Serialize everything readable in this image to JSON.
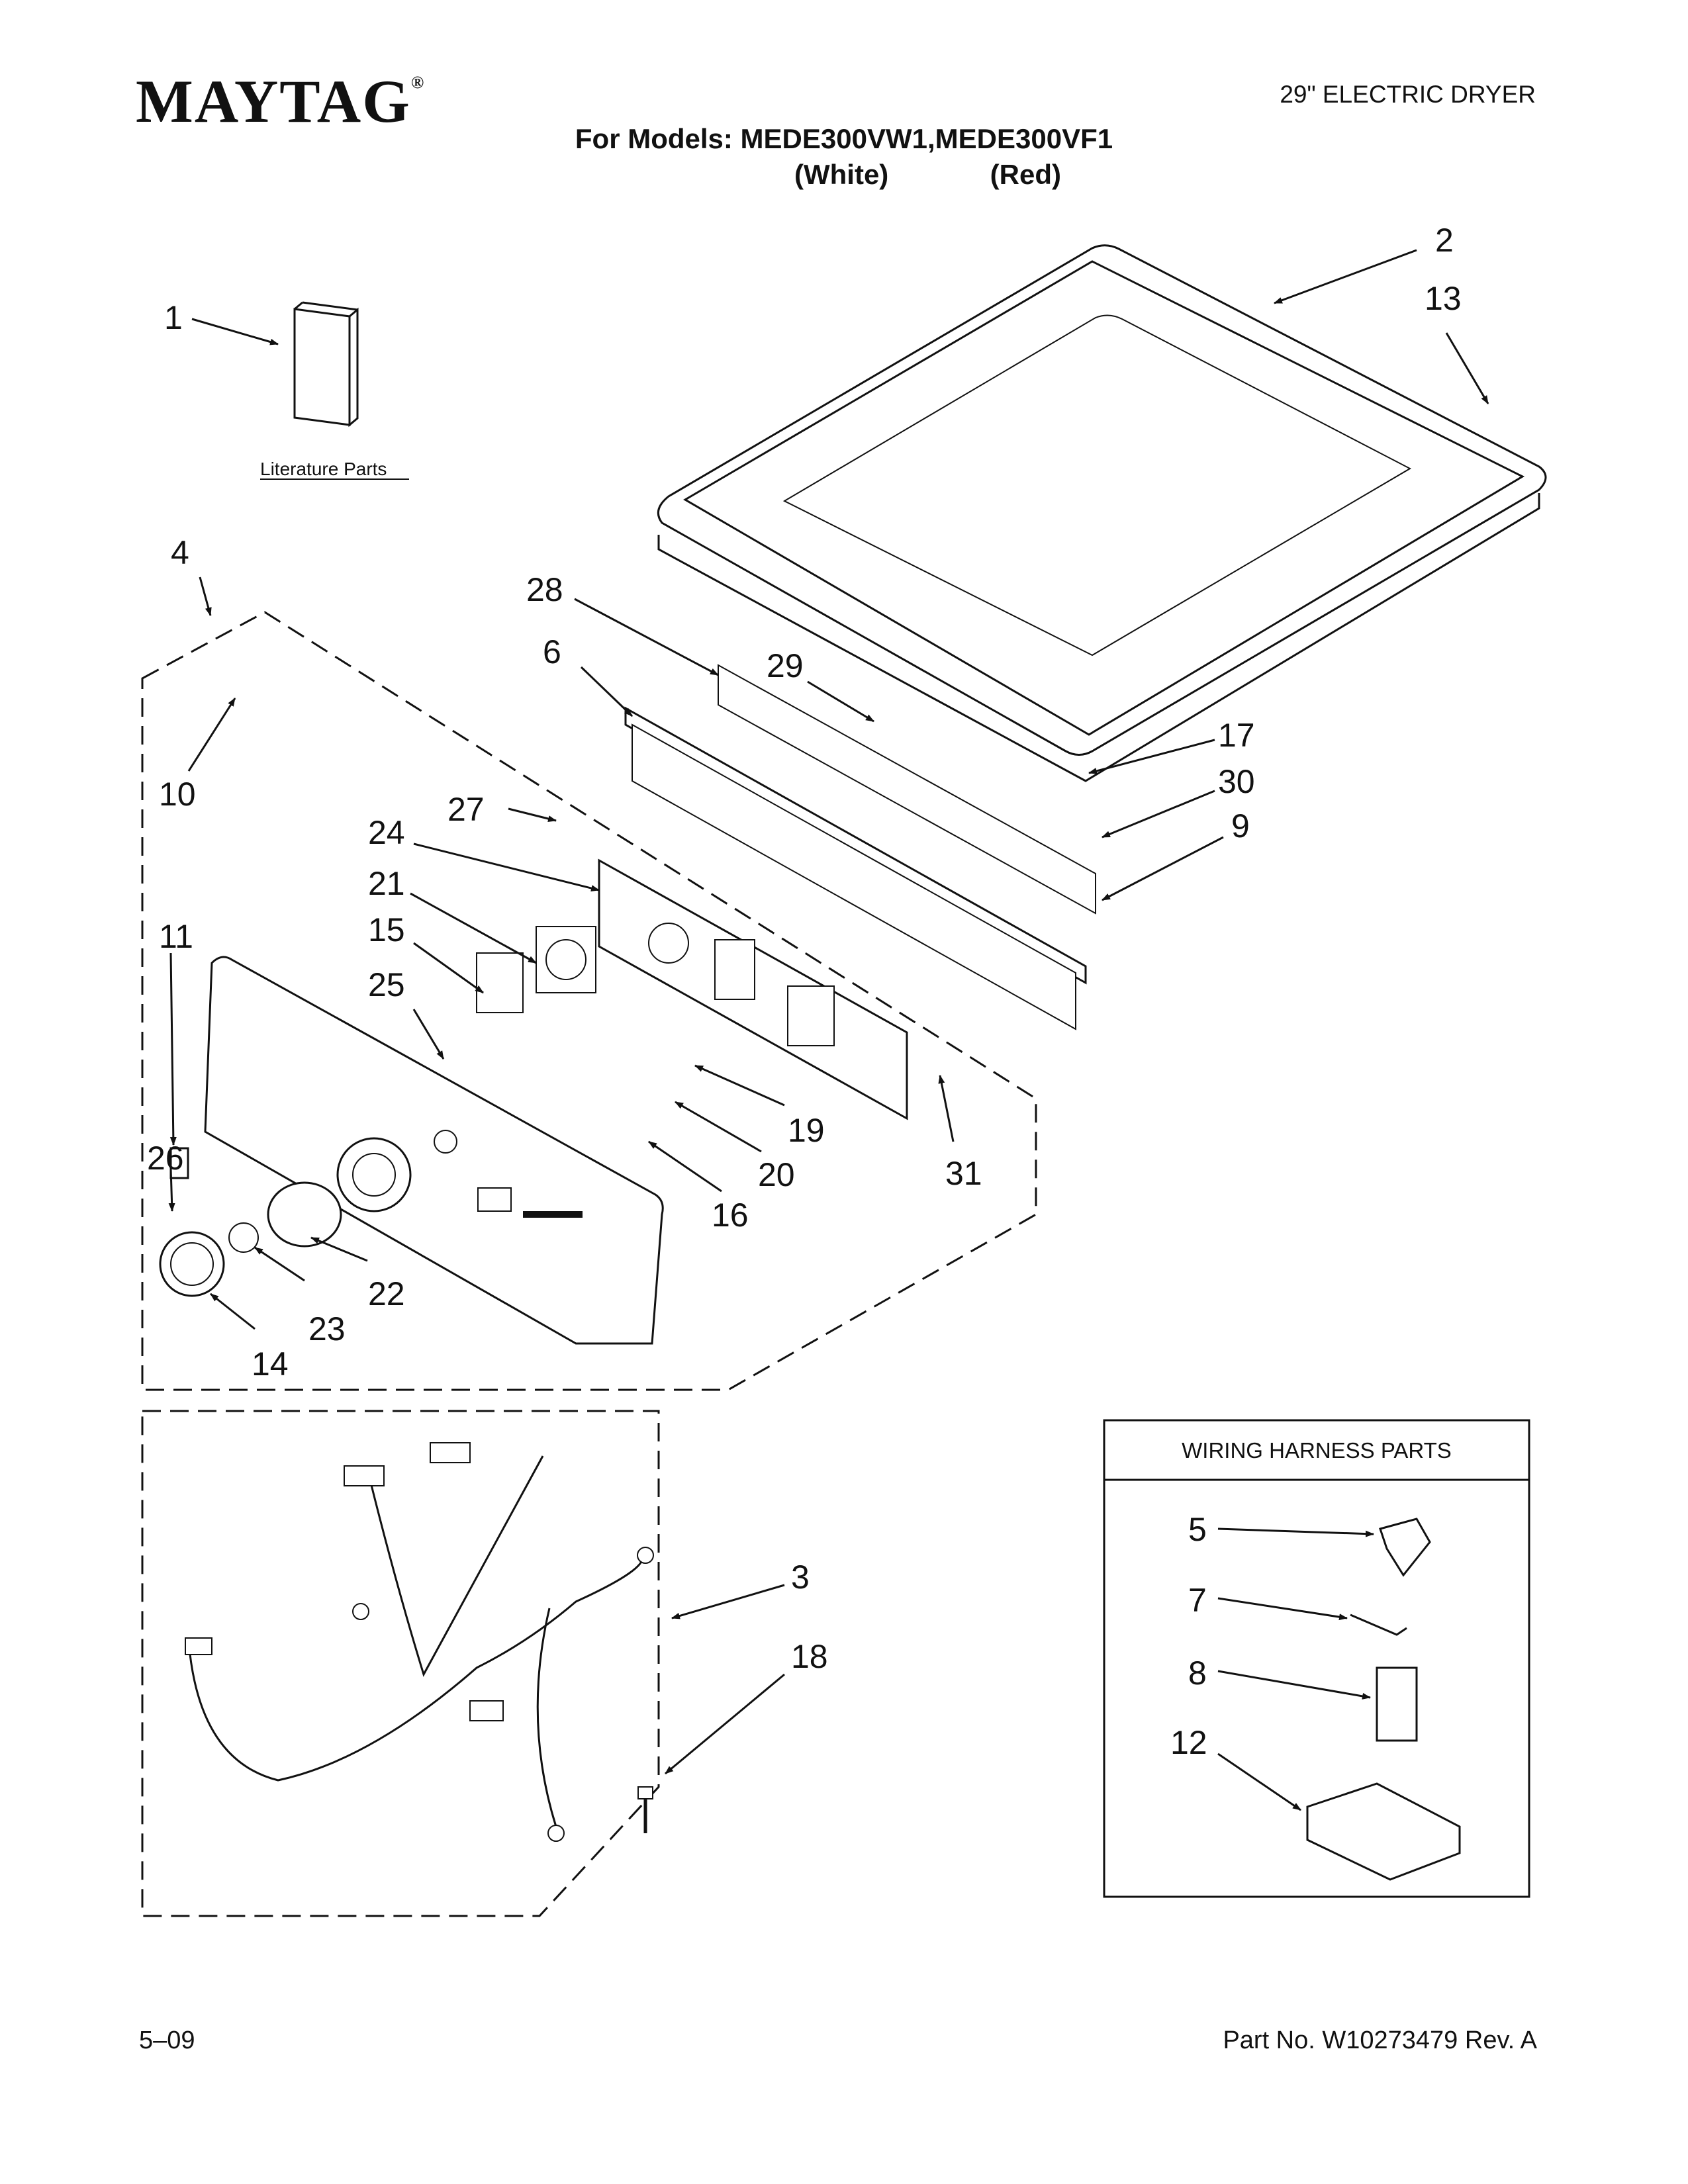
{
  "header": {
    "brand": "MAYTAG",
    "product": "29\" ELECTRIC DRYER",
    "models_line": "For Models: MEDE300VW1,MEDE300VF1",
    "variant_white": "(White)",
    "variant_red": "(Red)"
  },
  "diagram": {
    "literature_label": "Literature Parts",
    "harness_box_title": "WIRING HARNESS PARTS",
    "callouts": [
      "1",
      "2",
      "13",
      "4",
      "28",
      "6",
      "29",
      "10",
      "17",
      "30",
      "27",
      "9",
      "24",
      "21",
      "15",
      "11",
      "25",
      "19",
      "26",
      "20",
      "31",
      "16",
      "22",
      "23",
      "14",
      "3",
      "18"
    ],
    "harness_callouts": [
      "5",
      "7",
      "8",
      "12"
    ]
  },
  "footer": {
    "date": "5–09",
    "part_no": "Part No. W10273479 Rev. A"
  }
}
